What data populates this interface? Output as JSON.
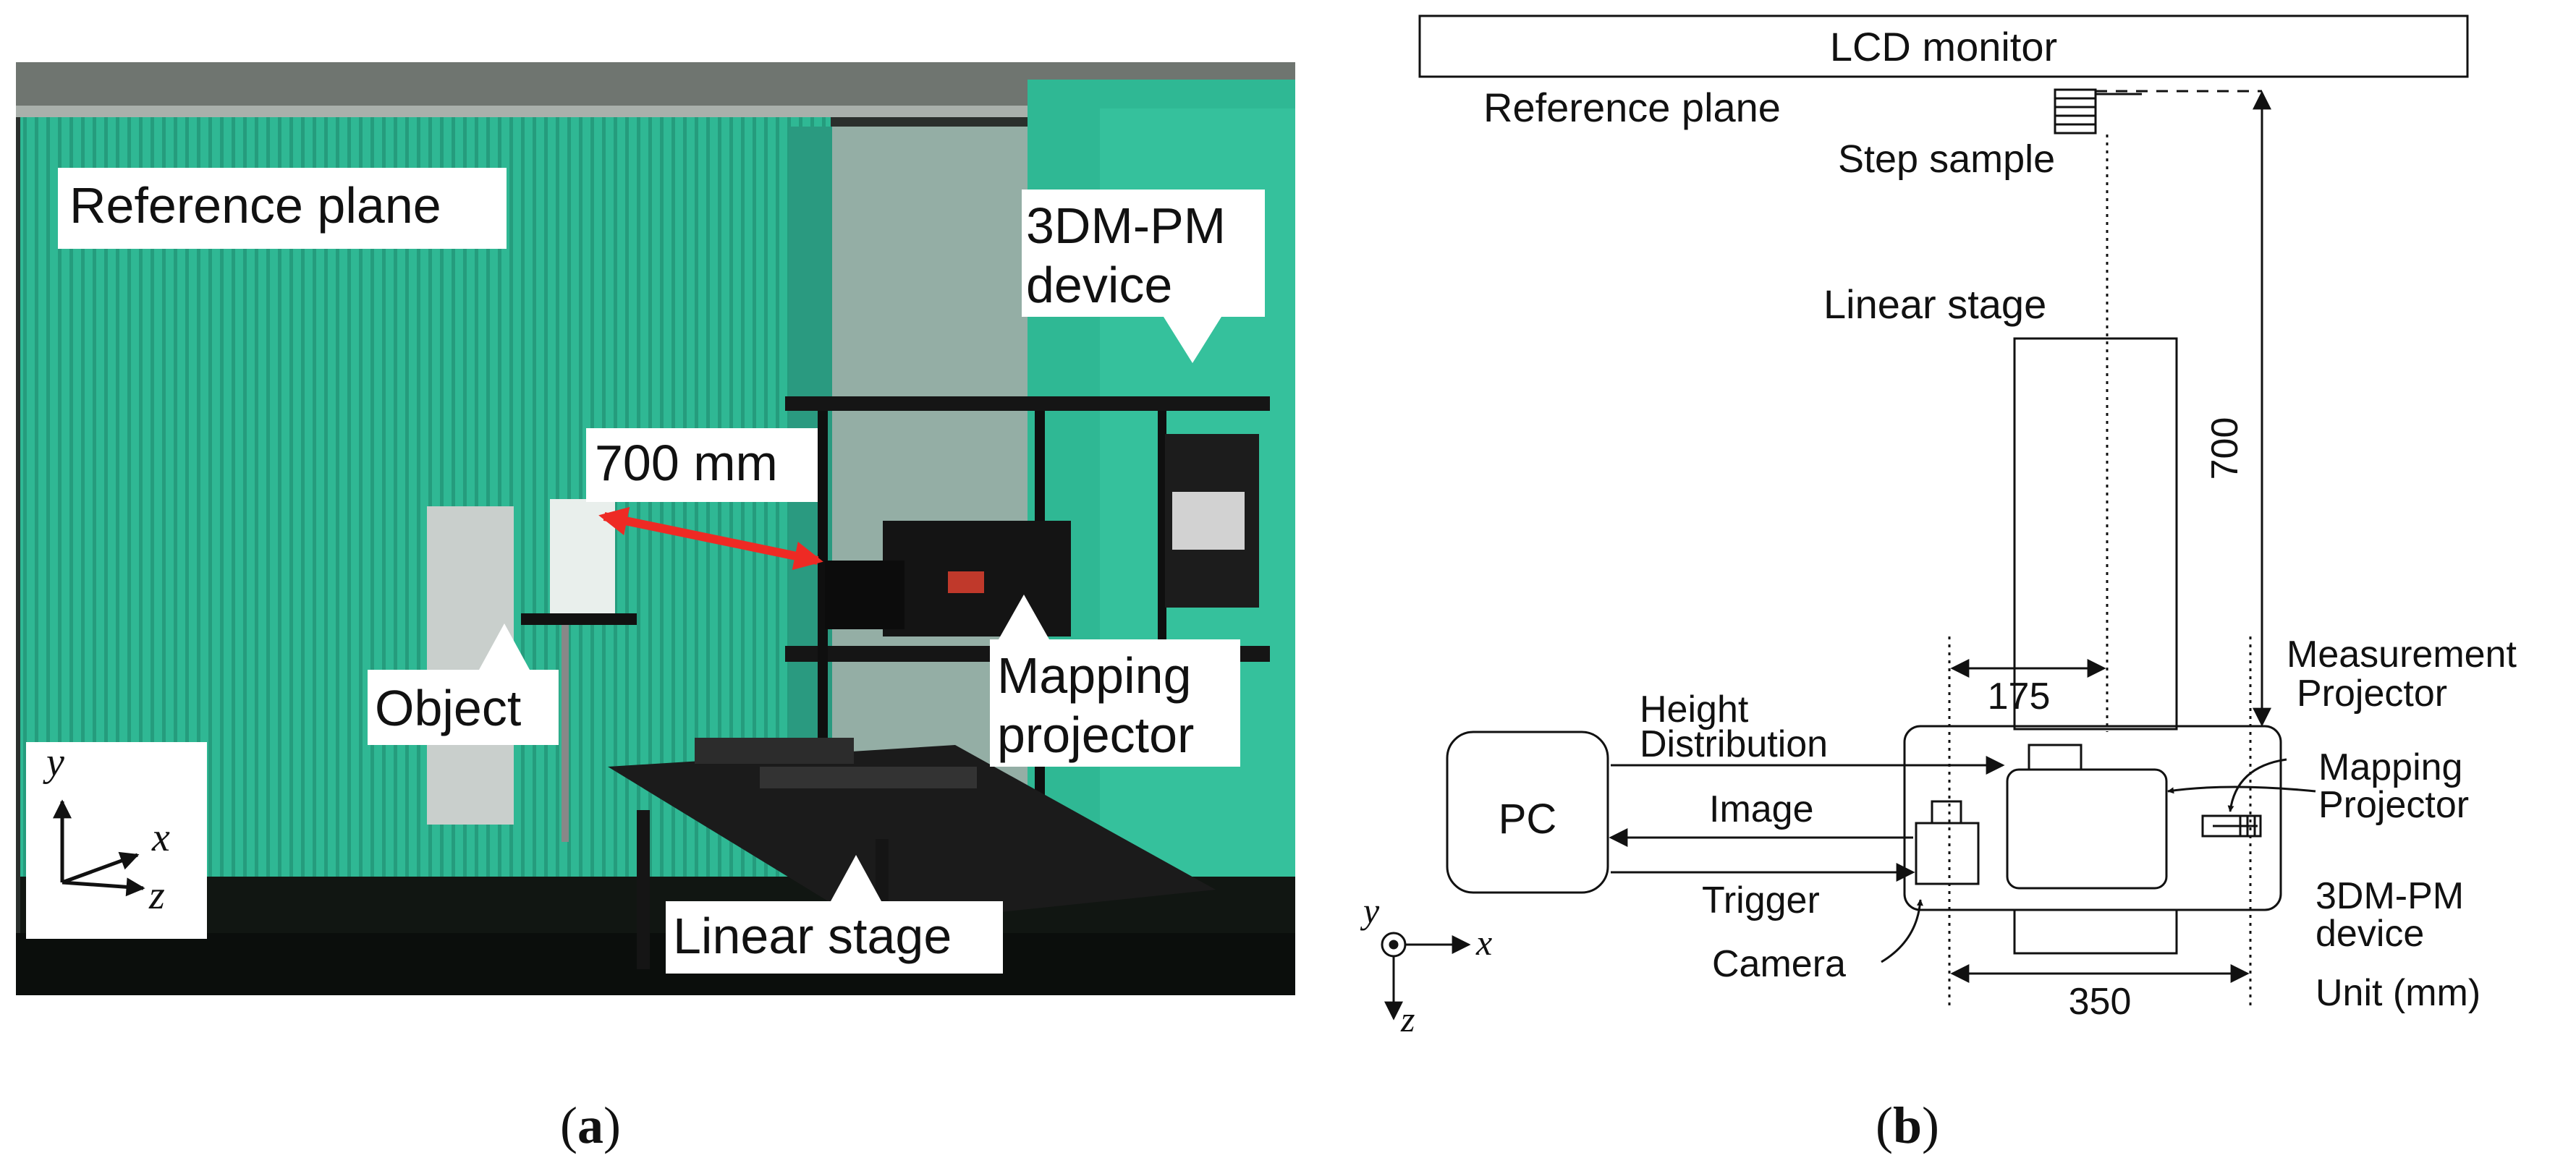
{
  "panel_a": {
    "caption": "a",
    "labels": {
      "reference_plane": "Reference plane",
      "device_line1": "3DM-PM",
      "device_line2": "device",
      "distance": "700 mm",
      "object": "Object",
      "mapping_line1": "Mapping",
      "mapping_line2": "projector",
      "linear_stage": "Linear stage"
    },
    "axes": {
      "y": "y",
      "x": "x",
      "z": "z"
    },
    "colors": {
      "screen": "#2fb894",
      "screen_dark": "#1d7f66",
      "arrow": "#ee2a24"
    }
  },
  "panel_b": {
    "caption": "b",
    "labels": {
      "lcd_monitor": "LCD monitor",
      "reference_plane": "Reference plane",
      "step_sample": "Step sample",
      "linear_stage": "Linear stage",
      "dim_700": "700",
      "dim_175": "175",
      "dim_350": "350",
      "pc": "PC",
      "height_line1": "Height",
      "height_line2": "Distribution",
      "image": "Image",
      "trigger": "Trigger",
      "camera": "Camera",
      "measurement_line1": "Measurement",
      "measurement_line2": "Projector",
      "mapping_line1": "Mapping",
      "mapping_line2": "Projector",
      "device_line1": "3DM-PM",
      "device_line2": "device",
      "unit": "Unit (mm)"
    },
    "axes": {
      "y": "y",
      "x": "x",
      "z": "z"
    }
  }
}
